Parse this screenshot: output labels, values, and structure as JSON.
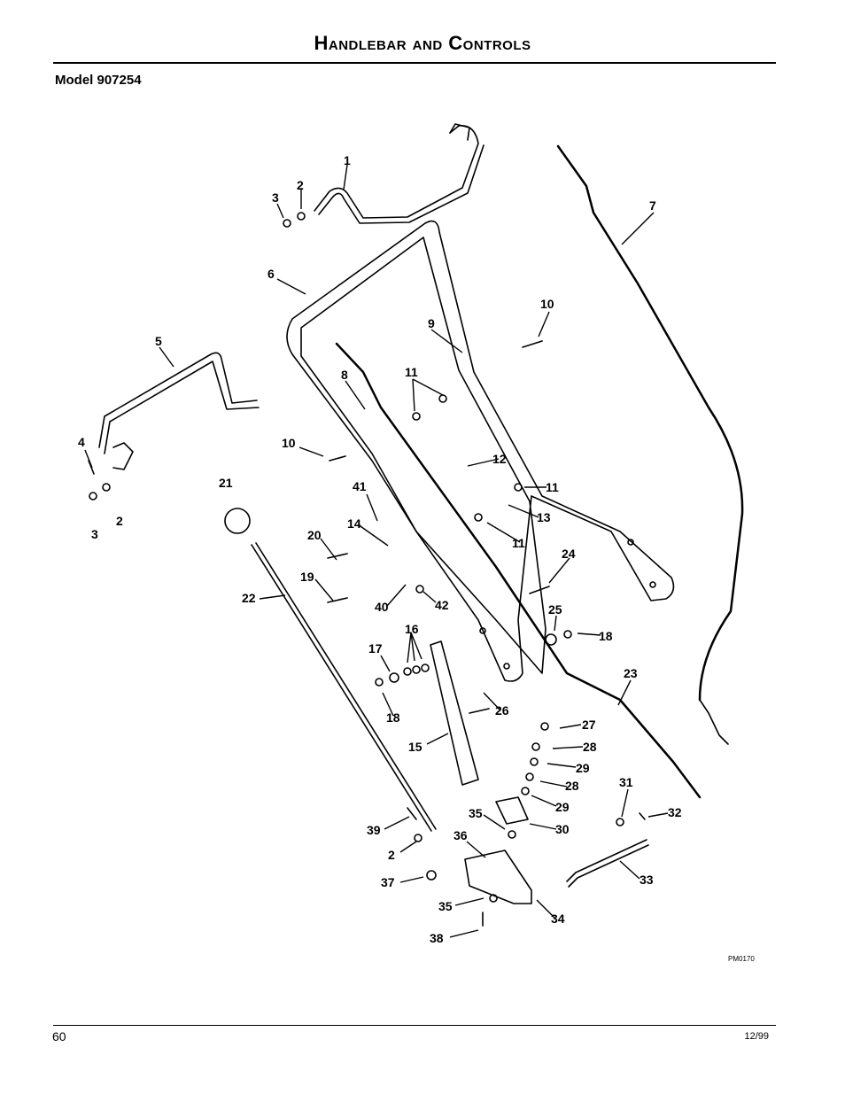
{
  "header": {
    "title": "Handlebar and Controls",
    "model": "Model 907254"
  },
  "footer": {
    "page_number": "60",
    "date": "12/99"
  },
  "figure": {
    "code": "PM0170",
    "callouts": [
      "1",
      "2",
      "3",
      "6",
      "7",
      "10",
      "9",
      "5",
      "8",
      "11",
      "4",
      "10",
      "12",
      "11",
      "21",
      "2",
      "3",
      "41",
      "13",
      "14",
      "11",
      "20",
      "24",
      "19",
      "22",
      "40",
      "42",
      "25",
      "16",
      "18",
      "17",
      "23",
      "18",
      "26",
      "15",
      "27",
      "28",
      "29",
      "28",
      "31",
      "29",
      "35",
      "32",
      "30",
      "39",
      "36",
      "2",
      "33",
      "37",
      "35",
      "34",
      "38"
    ]
  }
}
